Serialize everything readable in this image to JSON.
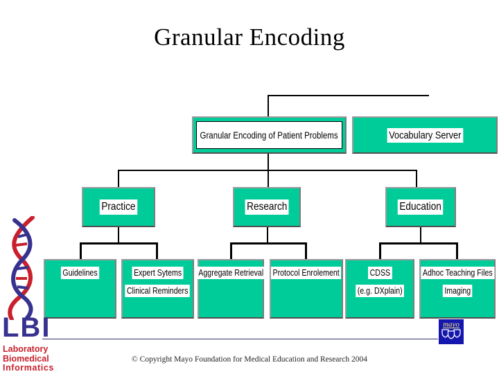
{
  "slide": {
    "title": "Granular Encoding",
    "copyright": "© Copyright Mayo Foundation for Medical Education and Research 2004"
  },
  "diagram": {
    "root": {
      "label": "Granular Encoding of Patient Problems"
    },
    "vocab": {
      "label": "Vocabulary Server"
    },
    "level2": [
      {
        "label": "Practice"
      },
      {
        "label": "Research"
      },
      {
        "label": "Education"
      }
    ],
    "level3": [
      {
        "lines": [
          "Guidelines"
        ]
      },
      {
        "lines": [
          "Expert Sytems",
          "Clinical Reminders"
        ]
      },
      {
        "lines": [
          "Aggregate Retrieval"
        ]
      },
      {
        "lines": [
          "Protocol Enrolement"
        ]
      },
      {
        "lines": [
          "CDSS",
          "(e.g. DXplain)"
        ]
      },
      {
        "lines": [
          "Adhoc Teaching Files",
          "Imaging"
        ]
      }
    ]
  },
  "logos": {
    "lbi": {
      "acronym": "LBI",
      "words": [
        "Laboratory",
        "Biomedical",
        "Informatics"
      ]
    },
    "mayo": {
      "text": "mayo"
    }
  },
  "colors": {
    "box_teal": "#00CC99",
    "lbi_blue": "#37318F",
    "lbi_red": "#C8202C",
    "mayo_blue": "#1516AE",
    "rule_navy": "#2D2D6B"
  }
}
